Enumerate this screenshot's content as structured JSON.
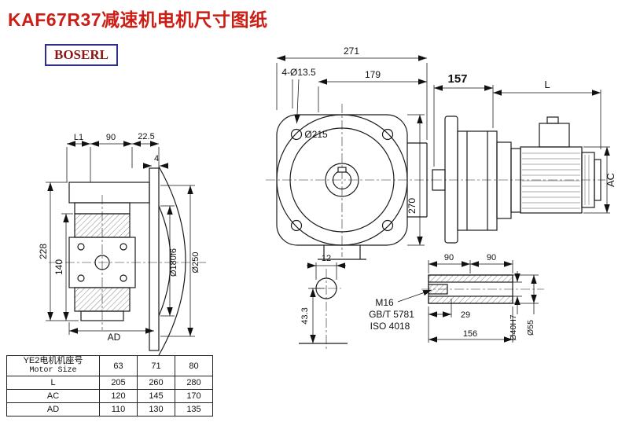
{
  "page": {
    "title": "KAF67R37减速机电机尺寸图纸",
    "logo_text": "BOSERL"
  },
  "colors": {
    "title": "#cc1e14",
    "line": "#1a1a1a",
    "logo_border": "#2e2e8f",
    "logo_text": "#8a1616"
  },
  "front_view": {
    "dim_total_width": "271",
    "dim_flange_width": "179",
    "dim_bolt_holes": "4-Ø13.5",
    "dim_flange_dia": "Ø215",
    "dim_height": "270"
  },
  "side_view": {
    "dim_gearbox_length": "157",
    "dim_motor_length": "L",
    "dim_motor_dia": "AC"
  },
  "left_view": {
    "dim_l1": "L1",
    "dim_90": "90",
    "dim_22_5": "22.5",
    "dim_4": "4",
    "dim_228": "228",
    "dim_140": "140",
    "dim_ad": "AD",
    "dim_hub_dia": "Ø180f6",
    "dim_flange_dia": "Ø250"
  },
  "detail_view": {
    "dim_12": "12",
    "dim_43_3": "43.3"
  },
  "shaft_view": {
    "dim_90_left": "90",
    "dim_90_right": "90",
    "thread_label": "M16",
    "standard_1": "GB/T 5781",
    "standard_2": "ISO 4018",
    "dim_29": "29",
    "dim_156": "156",
    "dim_bore_dia": "Ø40H7",
    "dim_outer_dia": "Ø55"
  },
  "table": {
    "header_cn": "YE2电机机座号",
    "header_en": "Motor Size",
    "sizes": [
      "63",
      "71",
      "80"
    ],
    "rows": [
      {
        "label": "L",
        "values": [
          "205",
          "260",
          "280"
        ]
      },
      {
        "label": "AC",
        "values": [
          "120",
          "145",
          "170"
        ]
      },
      {
        "label": "AD",
        "values": [
          "110",
          "130",
          "135"
        ]
      }
    ]
  }
}
